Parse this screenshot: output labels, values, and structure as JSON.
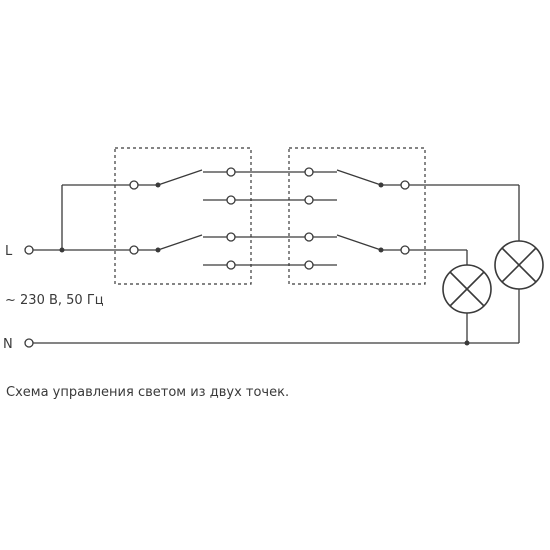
{
  "labels": {
    "line": "L",
    "supply": "~ 230 В, 50 Гц",
    "neutral": "N"
  },
  "caption": "Схема управления светом из двух точек."
}
